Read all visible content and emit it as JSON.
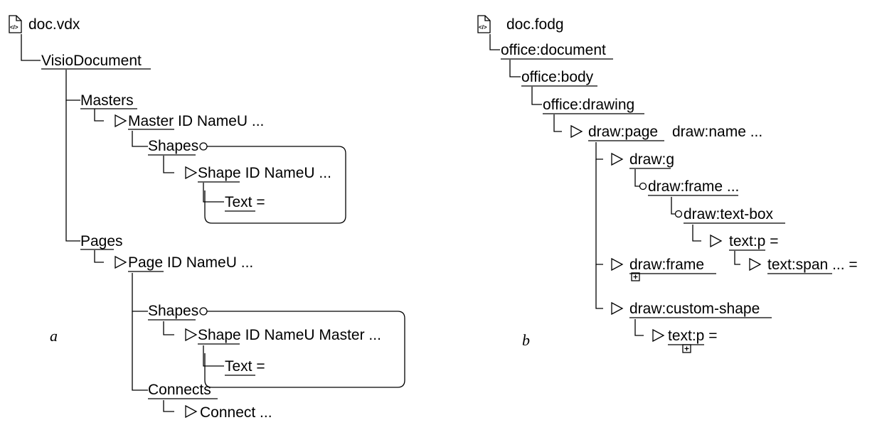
{
  "panel_a": {
    "caption": "a",
    "file": "doc.vdx",
    "file_icon": "xml-file-icon",
    "nodes": {
      "visio_document": "VisioDocument",
      "masters": "Masters",
      "master": "Master",
      "master_attrs": " ID NameU ...",
      "masters_shapes": "Shapes",
      "masters_shape": "Shape",
      "masters_shape_attrs": " ID NameU ...",
      "masters_text": "Text",
      "masters_text_suffix": " =",
      "pages": "Pages",
      "page": "Page",
      "page_attrs": " ID NameU ...",
      "pages_shapes": "Shapes",
      "pages_shape": "Shape",
      "pages_shape_attrs": " ID NameU Master ...",
      "pages_text": "Text",
      "pages_text_suffix": " =",
      "connects": "Connects",
      "connect": "Connect ..."
    }
  },
  "panel_b": {
    "caption": "b",
    "file": "doc.fodg",
    "file_icon": "xml-file-icon",
    "nodes": {
      "office_document": "office:document",
      "office_body": "office:body",
      "office_drawing": "office:drawing",
      "draw_page": "draw:page",
      "draw_page_attrs": "draw:name ...",
      "draw_g": "draw:g",
      "g_draw_frame": "draw:frame",
      "g_draw_frame_suffix": " ...",
      "draw_text_box": "draw:text-box",
      "text_p_1": "text:p",
      "text_p_1_suffix": " =",
      "text_span": "text:span",
      "text_span_suffix": " ... =",
      "draw_frame": "draw:frame",
      "draw_custom_shape": "draw:custom-shape",
      "text_p_2": "text:p",
      "text_p_2_suffix": " ="
    }
  }
}
